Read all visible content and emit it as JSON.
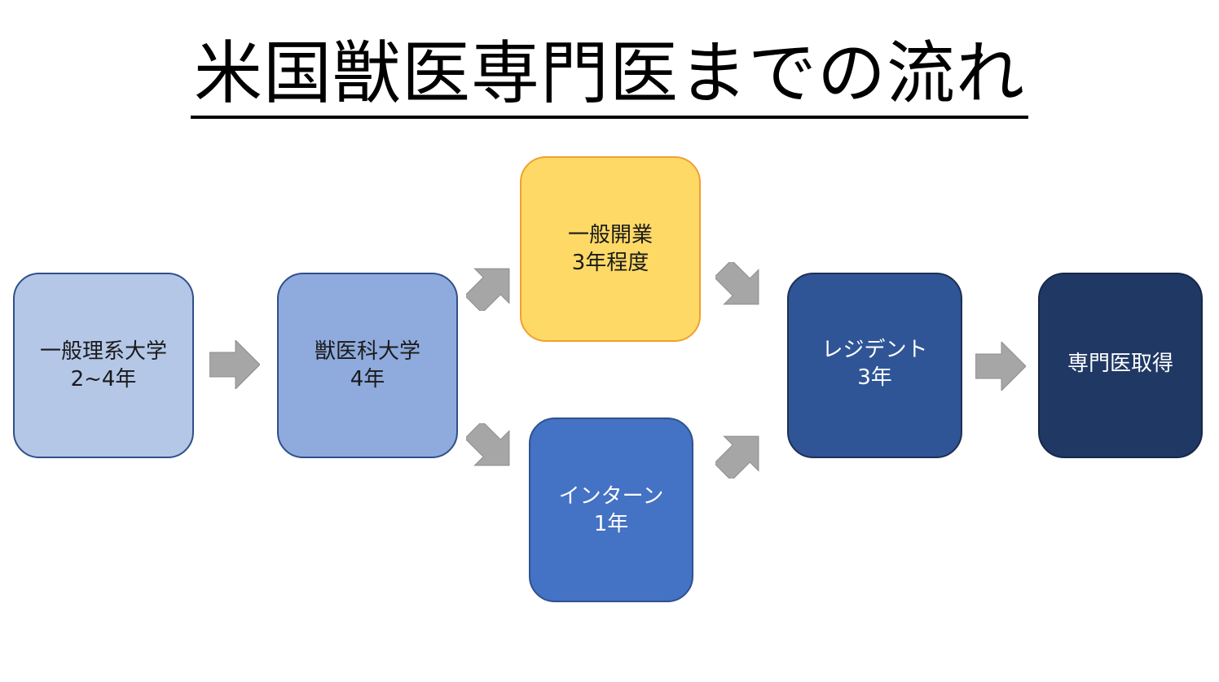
{
  "title": "米国獣医専門医までの流れ",
  "steps": [
    {
      "line1": "一般理系大学",
      "line2": "2~4年"
    },
    {
      "line1": "獣医科大学",
      "line2": "4年"
    },
    {
      "line1": "一般開業",
      "line2": "3年程度"
    },
    {
      "line1": "インターン",
      "line2": "1年"
    },
    {
      "line1": "レジデント",
      "line2": "3年"
    },
    {
      "line1": "専門医取得"
    }
  ],
  "colors": {
    "arrow": "#a6a6a6",
    "step1": "#b4c7e7",
    "step2": "#8faadc",
    "step3": "#ffd966",
    "step4": "#4472c4",
    "step5": "#2f5597",
    "step6": "#203864"
  }
}
